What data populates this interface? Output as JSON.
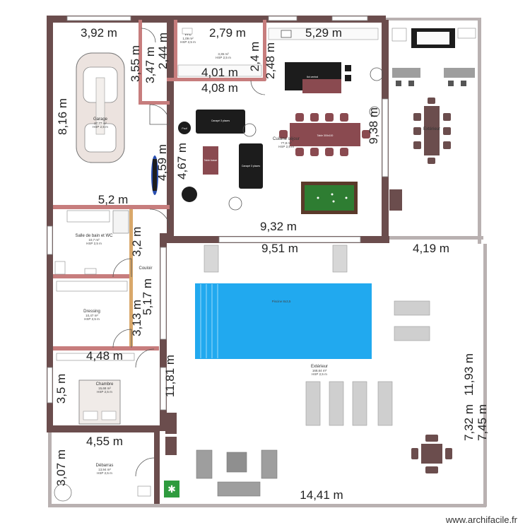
{
  "rooms": {
    "garage": {
      "name": "Garage",
      "area": "27,77 m²",
      "hsp": "HSP 2,5 m"
    },
    "wc": {
      "name": "WC",
      "area": "1,09 m²",
      "hsp": "HSP 2,5 m"
    },
    "cellier": {
      "area": "3,35 m²",
      "hsp": "HSP 2,5 m"
    },
    "salle_bain": {
      "name": "Salle de bain et WC",
      "area": "10,7 m²",
      "hsp": "HSP 2,5 m"
    },
    "couloir": {
      "name": "Couloir",
      "area": "",
      "hsp": ""
    },
    "dressing": {
      "name": "Dressing",
      "area": "10,47 m²",
      "hsp": "HSP 2,5 m"
    },
    "chambre": {
      "name": "Chambre",
      "area": "15,68 m²",
      "hsp": "HSP 2,5 m"
    },
    "debarras": {
      "name": "Débarras",
      "area": "13,94 m²",
      "hsp": "HSP 2,5 m"
    },
    "sejour": {
      "name": "Cuisine séjour",
      "area": "77,8 m²",
      "hsp": "HSP 2,5 m"
    },
    "exterieur_haut": {
      "name": "Extérieur"
    },
    "exterieur": {
      "name": "Extérieur",
      "area": "168,64 m²",
      "hsp": "HSP 2,5 m"
    },
    "piscine": {
      "name": "Piscine 8x3,5"
    }
  },
  "furniture": {
    "canape_1": "Canapé 3 places",
    "canape_2": "Canapé 3 places",
    "table_basse": "Table basse",
    "table": "Table 300x100",
    "ilot": "Ilot central",
    "pouf": "Pouf",
    "boiler": "Boiler"
  },
  "dimensions": {
    "garage_top": "3,92 m",
    "wc_w": "2,79 m",
    "kitchen_top": "5,29 m",
    "c_355": "3,55 m",
    "c_347": "3,47 m",
    "c_244": "2,44 m",
    "c_240": "2,4 m",
    "c_248": "2,48 m",
    "c_401": "4,01 m",
    "c_408": "4,08 m",
    "garage_h": "8,16 m",
    "c_459": "4,59 m",
    "c_467": "4,67 m",
    "sejour_h": "9,38 m",
    "c_52": "5,2 m",
    "sejour_w": "9,32 m",
    "c_951": "9,51 m",
    "c_419": "4,19 m",
    "c_32": "3,2 m",
    "c_517": "5,17 m",
    "c_313": "3,13 m",
    "c_448": "4,48 m",
    "c_35": "3,5 m",
    "c_1181": "11,81 m",
    "c_1193": "11,93 m",
    "c_732": "7,32 m",
    "c_745": "7,45 m",
    "c_455": "4,55 m",
    "c_307": "3,07 m",
    "bottom": "14,41 m"
  },
  "watermark": "www.archifacile.fr",
  "colors": {
    "wall": "#6b4d4d",
    "wall_accent": "#c77d7d",
    "pool": "#21a9ef",
    "billiard": "#2e7d32",
    "table": "#8a4a50",
    "dark_furniture": "#1c1c1c",
    "exit_sign": "#2e9b3e"
  }
}
